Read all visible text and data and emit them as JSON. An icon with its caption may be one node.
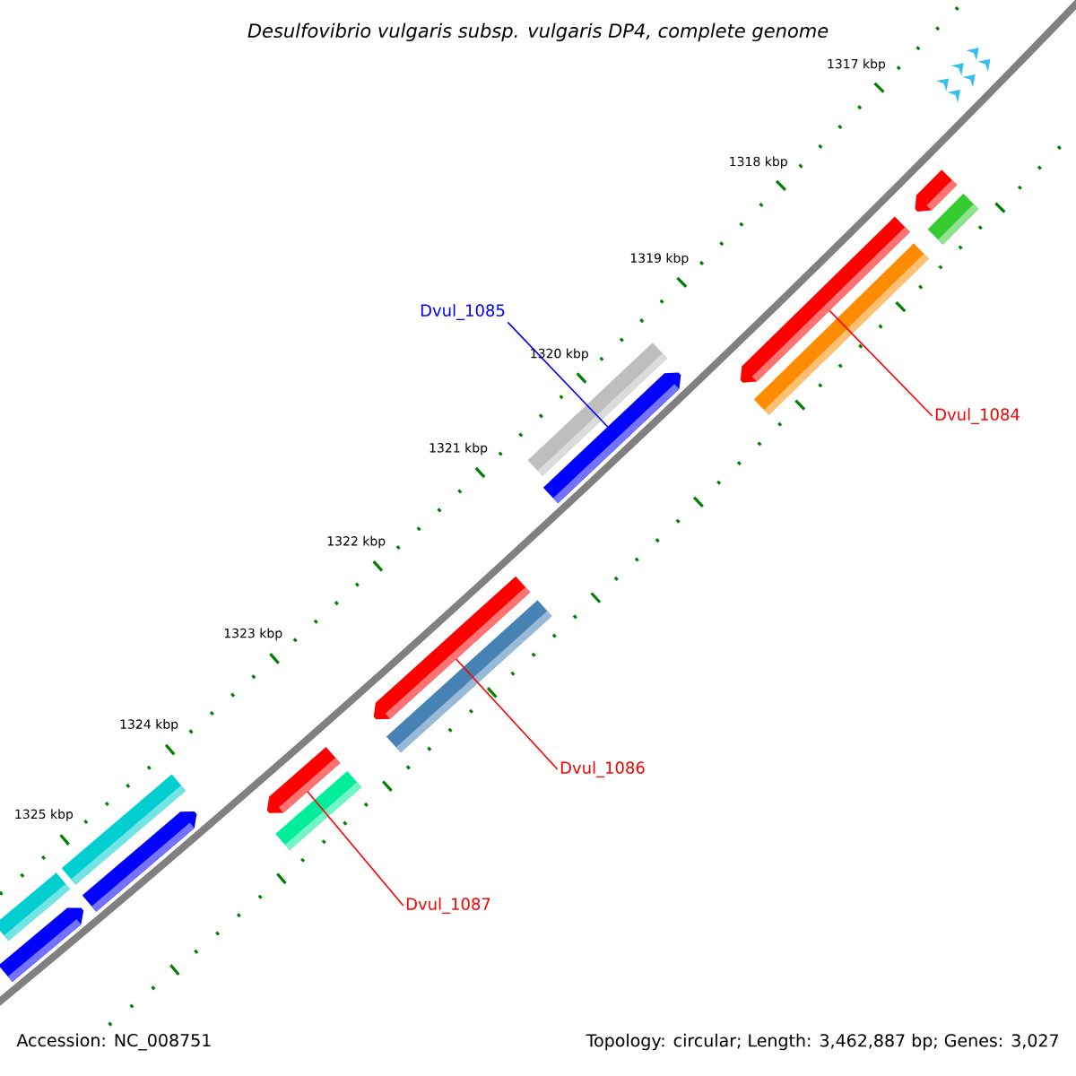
{
  "diagram": {
    "title": "Desulfovibrio vulgaris subsp. vulgaris DP4, complete genome",
    "nodes": [
      {
        "text": [],
        "shape": "bar"
      },
      {
        "text": [],
        "shape": "bar"
      },
      {
        "text": [],
        "shape": "bar"
      },
      {
        "text": [],
        "shape": "bar"
      },
      {
        "text": [],
        "shape": "bar"
      },
      {
        "text": [],
        "shape": "bar"
      },
      {
        "text": [],
        "shape": "bar"
      },
      {
        "text": [],
        "shape": "bar"
      },
      {
        "text": [],
        "shape": "bar"
      },
      {
        "text": [],
        "shape": "bar"
      },
      {
        "text": [],
        "shape": "bar"
      },
      {
        "text": [],
        "shape": "bar"
      },
      {
        "text": [],
        "shape": "bar"
      },
      {
        "text": [],
        "shape": "bar"
      },
      {
        "text": [
          "Dvul_1085"
        ]
      },
      {
        "text": [
          "Dvul_1084"
        ]
      },
      {
        "text": [
          "Dvul_1086"
        ]
      },
      {
        "text": [
          "Dvul_1087"
        ]
      }
    ],
    "edges": [
      {
        "from": 14,
        "to": 5,
        "arrow": "none",
        "color": "#0000ff"
      },
      {
        "from": 15,
        "to": 2,
        "arrow": "none"
      },
      {
        "from": 16,
        "to": 6,
        "arrow": "none"
      },
      {
        "from": 17,
        "to": 8,
        "arrow": "none"
      }
    ],
    "labels": [
      "1317 kbp",
      "1318 kbp",
      "1319 kbp",
      "1320 kbp",
      "1321 kbp",
      "1322 kbp",
      "1323 kbp",
      "1324 kbp",
      "1325 kbp",
      "Accession: NC_008751",
      "Topology: circular; Length: 3,462,887 bp; Genes: 3,027"
    ]
  }
}
